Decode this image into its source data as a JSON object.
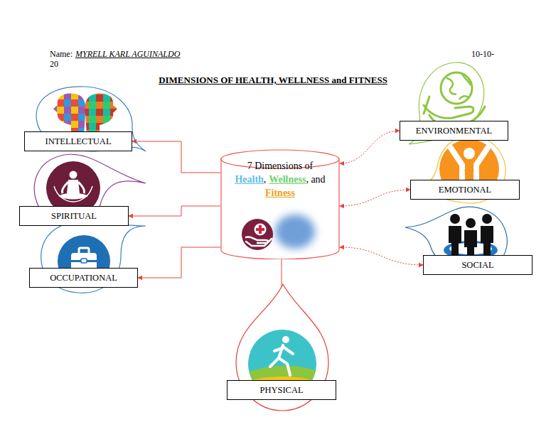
{
  "diagram": {
    "title": "DIMENSIONS OF HEALTH, WELLNESS and FITNESS",
    "nodes": [
      {
        "text": [
          "INTELLECTUAL"
        ]
      },
      {
        "text": [
          "ENVIRONMENTAL"
        ]
      },
      {
        "text": [
          "7 Dimensions of",
          "Health",
          ",",
          "Wellness",
          ", and",
          "Fitness"
        ]
      },
      {
        "text": [
          "EMOTIONAL"
        ]
      },
      {
        "text": [
          "SPIRITUAL"
        ]
      },
      {
        "text": [
          "SOCIAL"
        ]
      },
      {
        "text": [
          "OCCUPATIONAL"
        ]
      },
      {
        "text": [
          "PHYSICAL"
        ]
      }
    ],
    "edges": [
      {
        "from": 2,
        "to": 0,
        "arrow": "to"
      },
      {
        "from": 2,
        "to": 4,
        "arrow": "to"
      },
      {
        "from": 2,
        "to": 6,
        "arrow": "to"
      },
      {
        "from": 2,
        "to": 1,
        "arrow": "both"
      },
      {
        "from": 2,
        "to": 3,
        "arrow": "both"
      },
      {
        "from": 2,
        "to": 5,
        "arrow": "both"
      },
      {
        "from": 2,
        "to": 7,
        "arrow": "none"
      }
    ],
    "labels": [
      "Name:",
      "MYRELL KARL AGUINALDO",
      "10-10- 20"
    ]
  }
}
